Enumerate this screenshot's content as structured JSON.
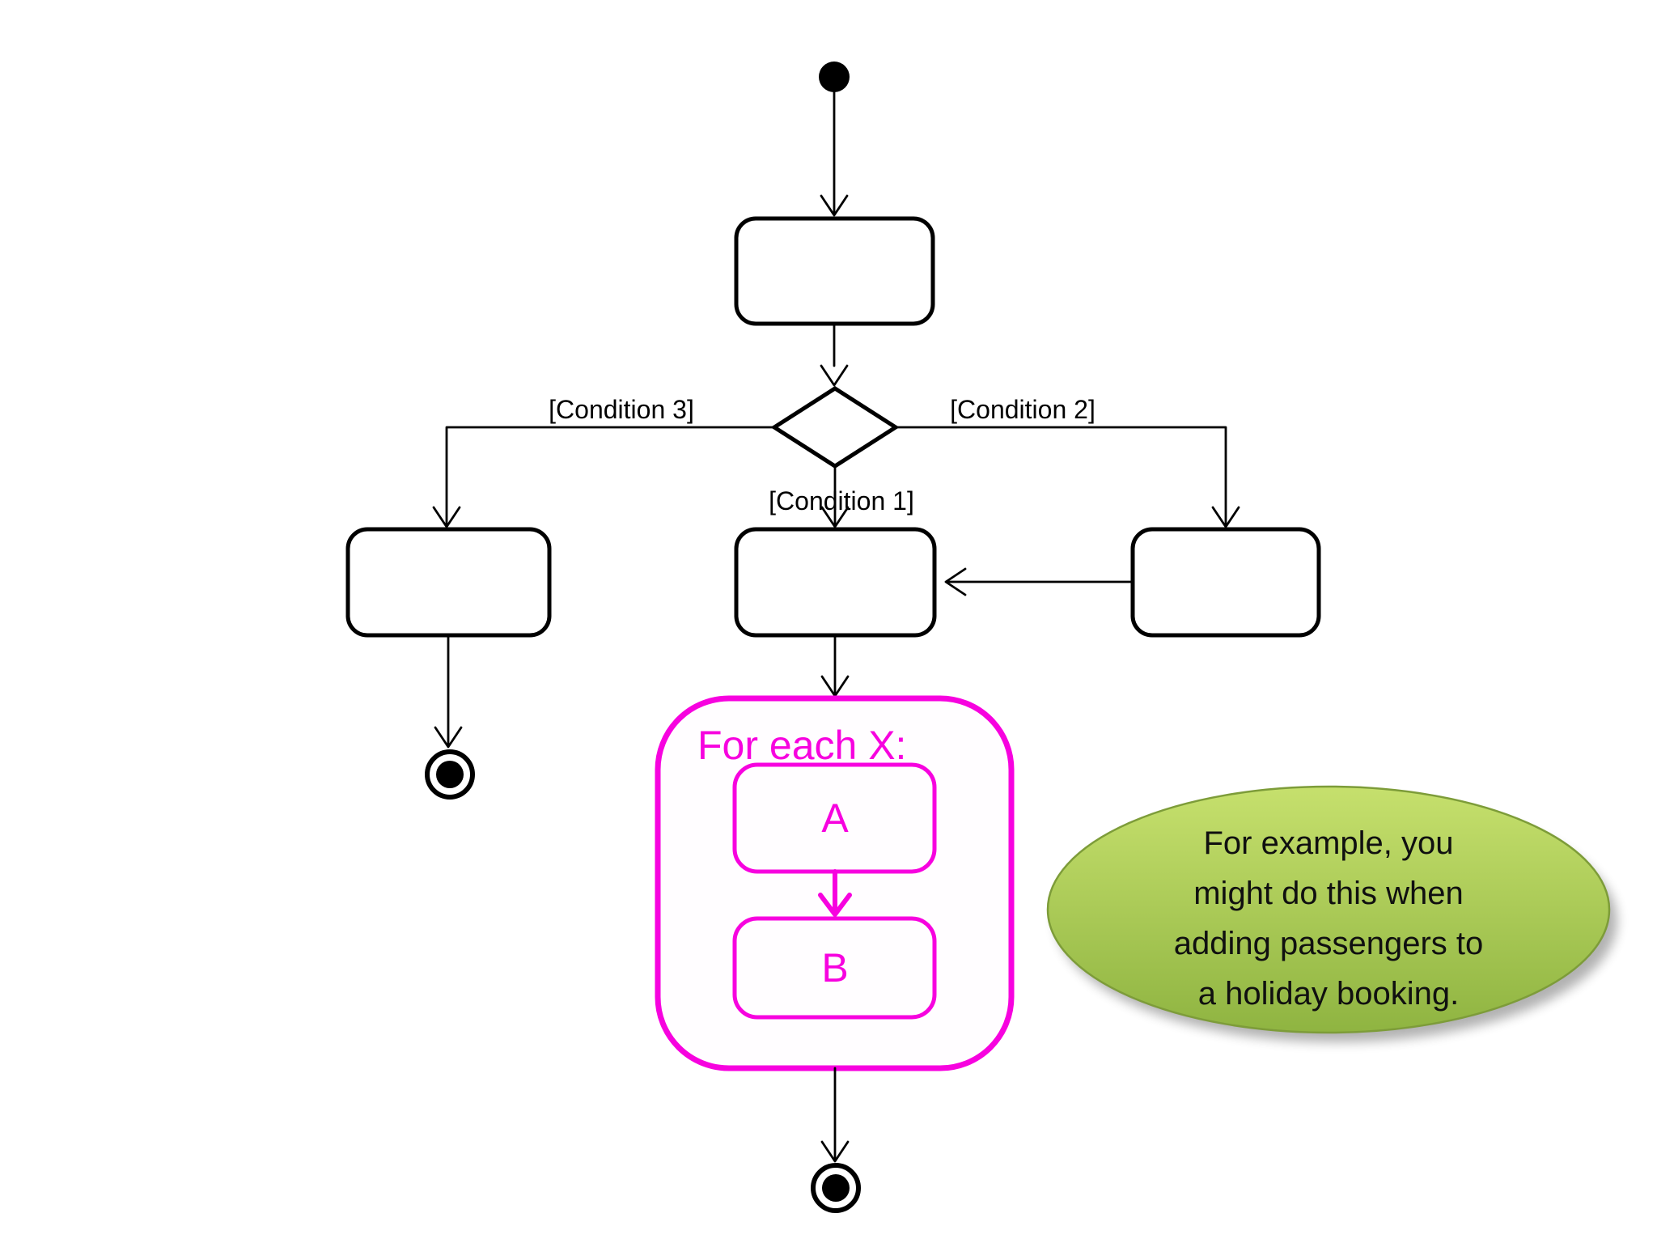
{
  "labels": {
    "condition1": "[Condition 1]",
    "condition2": "[Condition 2]",
    "condition3": "[Condition 3]"
  },
  "loop": {
    "title": "For each X:",
    "step_a": "A",
    "step_b": "B"
  },
  "callout": {
    "lines": [
      "For example, you",
      "might do this when",
      "adding passengers to",
      "a holiday booking."
    ],
    "full_text": "For example, you might do this when adding passengers to a holiday booking."
  },
  "colors": {
    "accent_magenta": "#f702df",
    "callout_top": "#c6e06d",
    "callout_bottom": "#8fb441",
    "callout_border": "#7d9c39",
    "line_black": "#000000"
  }
}
